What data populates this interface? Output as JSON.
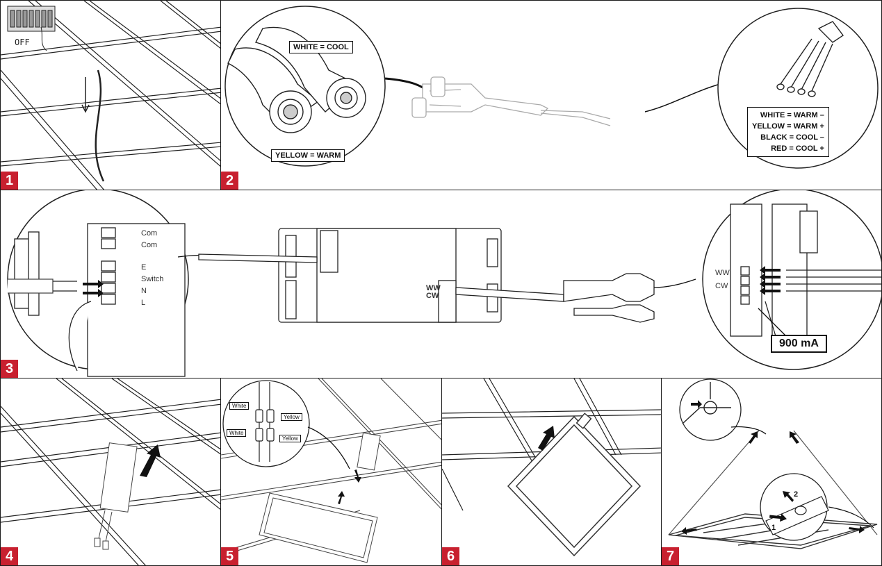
{
  "steps": [
    {
      "number": "1",
      "switch_text": "OFF"
    },
    {
      "number": "2",
      "cable_labels": {
        "white_cool": "WHITE = COOL",
        "yellow_warm": "YELLOW = WARM",
        "legend": [
          "WHITE = WARM –",
          "YELLOW = WARM +",
          "BLACK = COOL –",
          "RED = COOL +"
        ]
      }
    },
    {
      "number": "3",
      "terminals_left": [
        "Com",
        "Com",
        "E",
        "Switch",
        "N",
        "L"
      ],
      "output_labels": [
        "WW",
        "CW"
      ],
      "current_label": "900 mA"
    },
    {
      "number": "4"
    },
    {
      "number": "5",
      "wire_labels": [
        "White",
        "Yellow",
        "White",
        "Yellow"
      ]
    },
    {
      "number": "6"
    },
    {
      "number": "7",
      "callouts": [
        "1",
        "2"
      ]
    }
  ]
}
